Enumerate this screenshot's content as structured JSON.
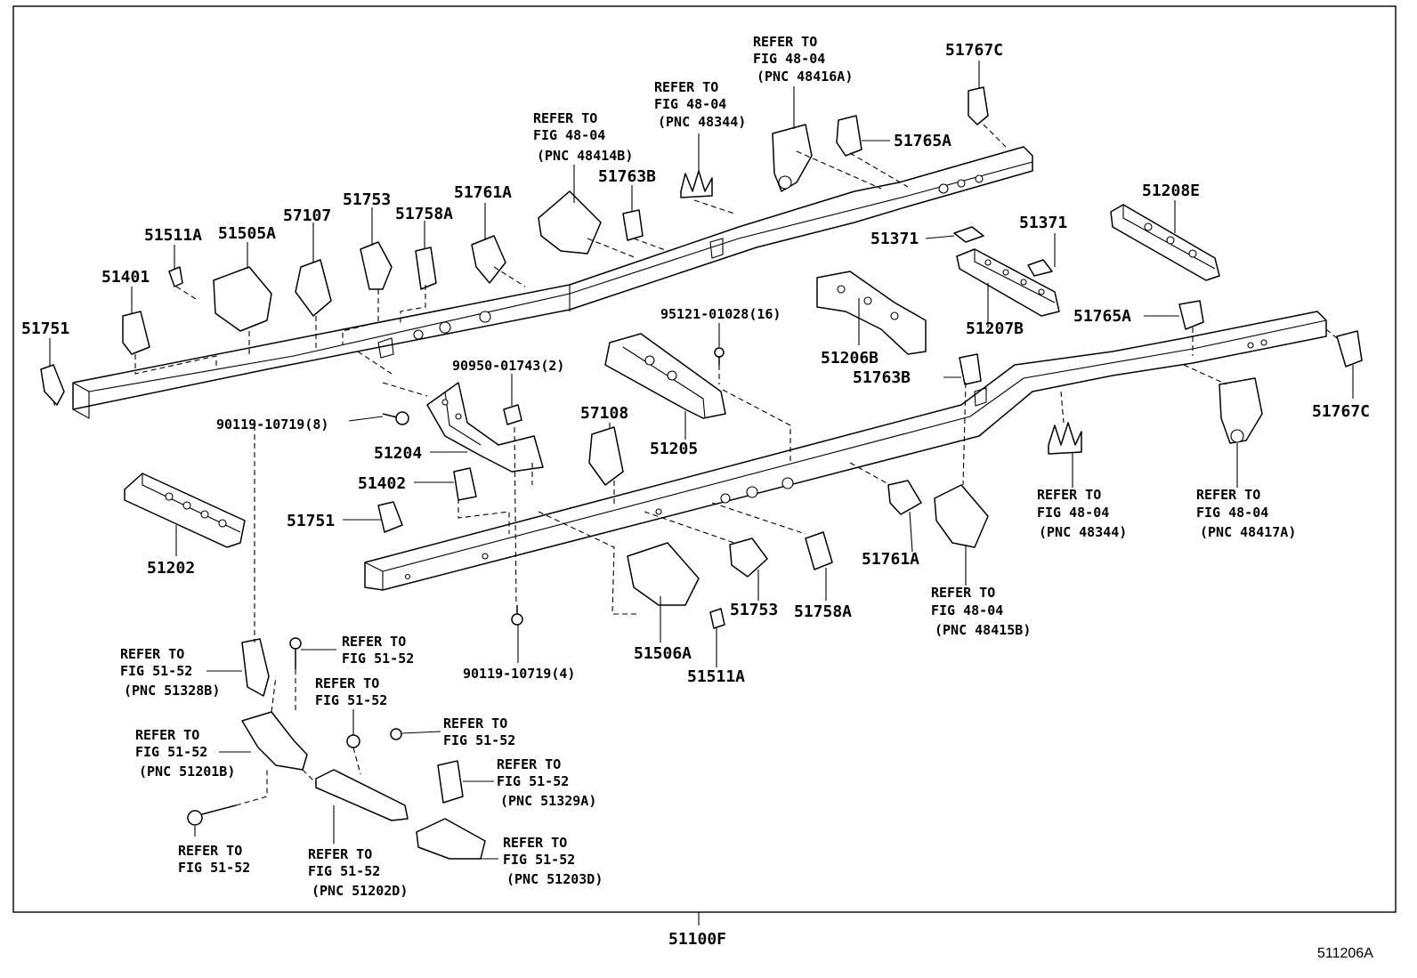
{
  "assembly_number": "51100F",
  "figure_id": "511206A",
  "callouts": {
    "p51767C_top": "51767C",
    "p51767C_right": "51767C",
    "p51765A_top": "51765A",
    "p51765A_right": "51765A",
    "p51763B_top": "51763B",
    "p51763B_right": "51763B",
    "p51761A_top": "51761A",
    "p51761A_bottom": "51761A",
    "p51758A_top": "51758A",
    "p51758A_bottom": "51758A",
    "p51753_top": "51753",
    "p51753_bottom": "51753",
    "p57107": "57107",
    "p57108": "57108",
    "p51505A": "51505A",
    "p51506A": "51506A",
    "p51511A_top": "51511A",
    "p51511A_bottom": "51511A",
    "p51401": "51401",
    "p51402": "51402",
    "p51751_left": "51751",
    "p51751_mid": "51751",
    "p51371_a": "51371",
    "p51371_b": "51371",
    "p51208E": "51208E",
    "p51207B": "51207B",
    "p51206B": "51206B",
    "p51205": "51205",
    "p51204": "51204",
    "p51202": "51202",
    "p95121": "95121-01028(16)",
    "p90950": "90950-01743(2)",
    "p90119_a": "90119-10719(8)",
    "p90119_b": "90119-10719(4)"
  },
  "references": {
    "r48416A": [
      "REFER TO",
      "FIG 48-04",
      "(PNC 48416A)"
    ],
    "r48344_top": [
      "REFER TO",
      "FIG 48-04",
      "(PNC 48344)"
    ],
    "r48414B": [
      "REFER TO",
      "FIG 48-04",
      "(PNC 48414B)"
    ],
    "r48344_bottom": [
      "REFER TO",
      "FIG 48-04",
      "(PNC 48344)"
    ],
    "r48417A": [
      "REFER TO",
      "FIG 48-04",
      "(PNC 48417A)"
    ],
    "r48415B": [
      "REFER TO",
      "FIG 48-04",
      "(PNC 48415B)"
    ],
    "r51328B": [
      "REFER TO",
      "FIG 51-52",
      "(PNC 51328B)"
    ],
    "r_bolt_top": [
      "REFER TO",
      "FIG 51-52"
    ],
    "r_washer": [
      "REFER TO",
      "FIG 51-52"
    ],
    "r_nut": [
      "REFER TO",
      "FIG 51-52"
    ],
    "r51201B": [
      "REFER TO",
      "FIG 51-52",
      "(PNC 51201B)"
    ],
    "r51329A": [
      "REFER TO",
      "FIG 51-52",
      "(PNC 51329A)"
    ],
    "r_bolt_bottom": [
      "REFER TO",
      "FIG 51-52"
    ],
    "r51202D": [
      "REFER TO",
      "FIG 51-52",
      "(PNC 51202D)"
    ],
    "r51203D": [
      "REFER TO",
      "FIG 51-52",
      "(PNC 51203D)"
    ]
  }
}
